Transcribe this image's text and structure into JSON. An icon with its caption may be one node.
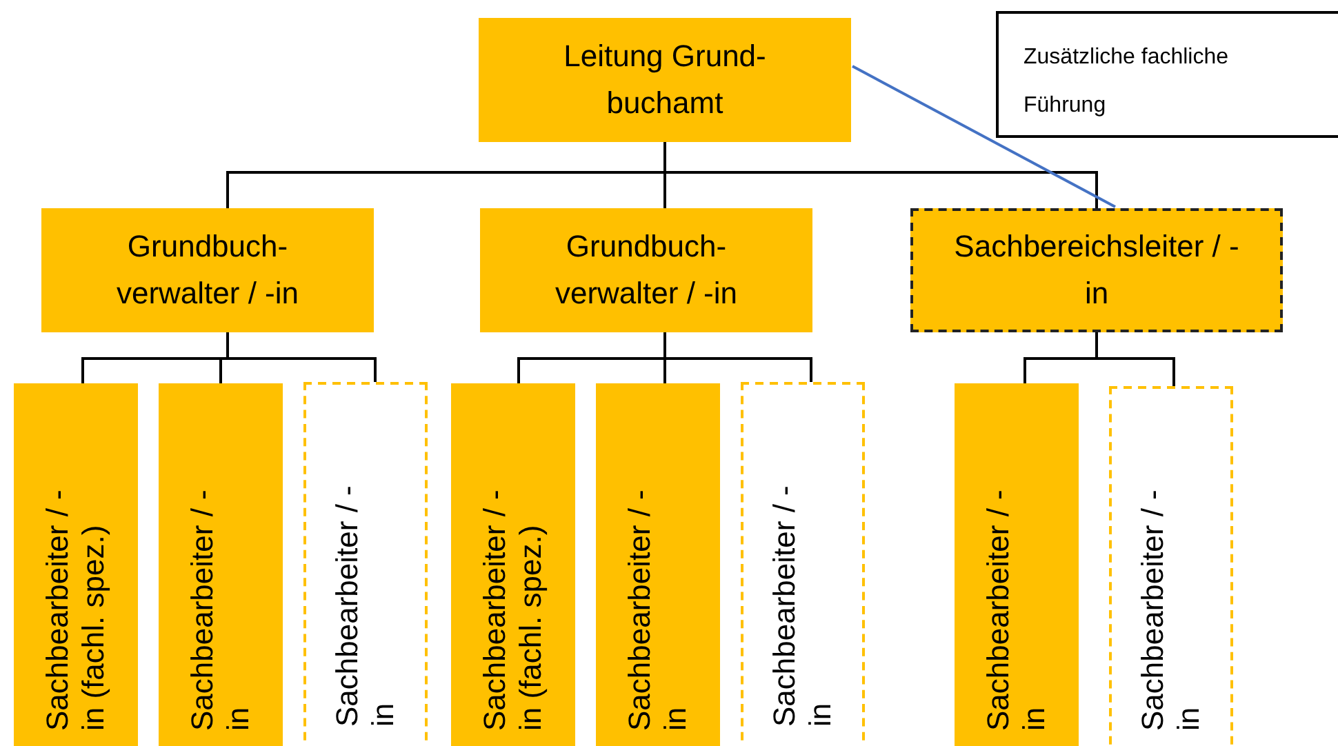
{
  "diagram": {
    "nodes": [
      {
        "text": [
          "Leitung Grund- buchamt"
        ]
      },
      {
        "text": [
          "Zusätzliche fachliche Führung"
        ]
      },
      {
        "text": [
          "Grundbuch- verwalter / -in"
        ]
      },
      {
        "text": [
          "Grundbuch- verwalter / -in"
        ]
      },
      {
        "text": [
          "Sachbereichsleiter / -in"
        ]
      },
      {
        "text": [
          "Sachbearbeiter / - in (fachl. spez.)"
        ]
      },
      {
        "text": [
          "Sachbearbeiter / - in"
        ]
      },
      {
        "text": [
          "Sachbearbeiter / - in"
        ]
      },
      {
        "text": [
          "Sachbearbeiter / - in (fachl. spez.)"
        ]
      },
      {
        "text": [
          "Sachbearbeiter / - in"
        ]
      },
      {
        "text": [
          "Sachbearbeiter / - in"
        ]
      },
      {
        "text": [
          "Sachbearbeiter / - in"
        ]
      },
      {
        "text": [
          "Sachbearbeiter / - in"
        ]
      }
    ],
    "edges": [
      {
        "from": 0,
        "to": 2,
        "arrow": "none"
      },
      {
        "from": 0,
        "to": 3,
        "arrow": "none"
      },
      {
        "from": 0,
        "to": 4,
        "arrow": "none"
      },
      {
        "from": 2,
        "to": 5,
        "arrow": "none"
      },
      {
        "from": 2,
        "to": 6,
        "arrow": "none"
      },
      {
        "from": 2,
        "to": 7,
        "arrow": "none"
      },
      {
        "from": 3,
        "to": 8,
        "arrow": "none"
      },
      {
        "from": 3,
        "to": 9,
        "arrow": "none"
      },
      {
        "from": 3,
        "to": 10,
        "arrow": "none"
      },
      {
        "from": 4,
        "to": 11,
        "arrow": "none"
      },
      {
        "from": 4,
        "to": 12,
        "arrow": "none"
      },
      {
        "from": 0,
        "to": 4,
        "arrow": "none",
        "color": "#4472c4"
      }
    ]
  }
}
